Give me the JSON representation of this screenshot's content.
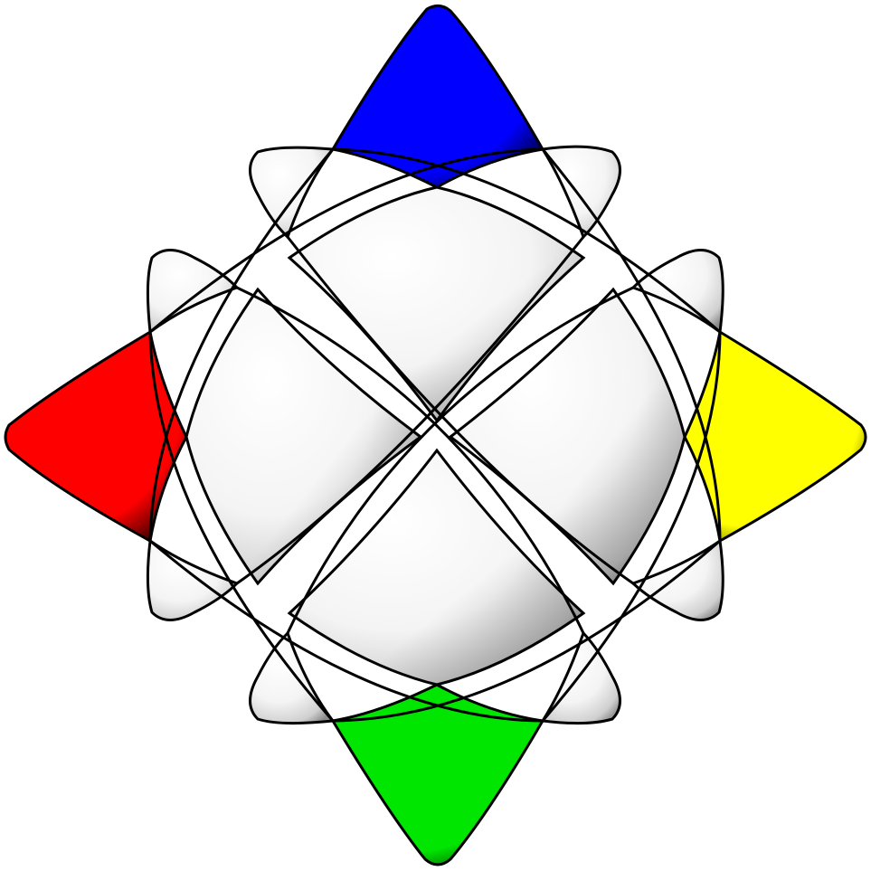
{
  "puzzle": {
    "background": "#ffffff",
    "outline_color": "#000000",
    "base_face_color": "#f2f2f2",
    "corner_tips": [
      {
        "name": "corner-tip-top-blue",
        "color": "#0000ff"
      },
      {
        "name": "corner-tip-right-yellow",
        "color": "#ffff00"
      },
      {
        "name": "corner-tip-bottom-green",
        "color": "#00e600"
      },
      {
        "name": "corner-tip-left-red",
        "color": "#ff0000"
      }
    ]
  }
}
